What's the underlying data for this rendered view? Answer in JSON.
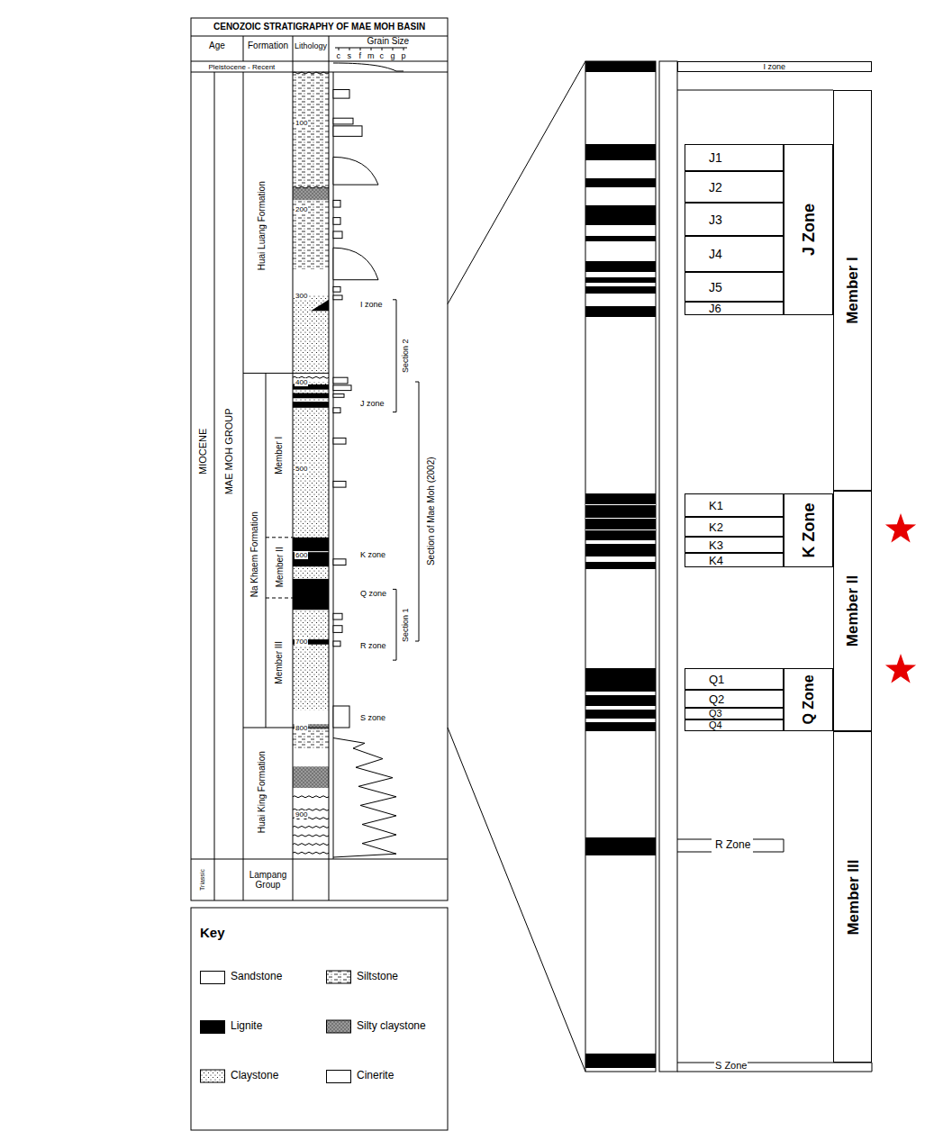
{
  "diagram": {
    "title": "CENOZOIC STRATIGRAPHY OF MAE MOH BASIN",
    "nodes": [
      {
        "text": [
          "I zone"
        ]
      },
      {
        "text": [
          "J1"
        ]
      },
      {
        "text": [
          "J2"
        ]
      },
      {
        "text": [
          "J3"
        ]
      },
      {
        "text": [
          "J4"
        ]
      },
      {
        "text": [
          "J5"
        ]
      },
      {
        "text": [
          "J6"
        ]
      },
      {
        "text": [
          "J Zone"
        ]
      },
      {
        "text": [
          "Member I"
        ]
      },
      {
        "text": [
          "K1"
        ]
      },
      {
        "text": [
          "K2"
        ]
      },
      {
        "text": [
          "K3"
        ]
      },
      {
        "text": [
          "K4"
        ]
      },
      {
        "text": [
          "K Zone"
        ]
      },
      {
        "text": [
          "Member II"
        ]
      },
      {
        "text": [
          "Q1"
        ]
      },
      {
        "text": [
          "Q2"
        ]
      },
      {
        "text": [
          "Q3"
        ]
      },
      {
        "text": [
          "Q4"
        ]
      },
      {
        "text": [
          "Q Zone"
        ]
      },
      {
        "text": [
          "Member III"
        ]
      }
    ],
    "labels": [
      "Age",
      "Formation",
      "Lithology",
      "Grain Size",
      "c",
      "s",
      "f",
      "m",
      "c",
      "g",
      "p",
      "Pleistocene - Recent",
      "MIOCENE",
      "MAE MOH GROUP",
      "Triassic",
      "Huai Luang Formation",
      "Na Khaem Formation",
      "Member I",
      "Member II",
      "Member III",
      "Huai King Formation",
      "Lampang Group",
      "100",
      "200",
      "300",
      "400",
      "500",
      "600",
      "700",
      "800",
      "900",
      "I zone",
      "J zone",
      "K zone",
      "Q zone",
      "R zone",
      "S zone",
      "Section 2",
      "Section 1",
      "Section of Mae Moh (2002)",
      "R Zone",
      "S Zone",
      "Key"
    ],
    "legend": [
      {
        "text": "Sandstone",
        "color": "#ffffff"
      },
      {
        "text": "Siltstone"
      },
      {
        "text": "Lignite",
        "color": "#000000"
      },
      {
        "text": "Silty claystone"
      },
      {
        "text": "Claystone"
      },
      {
        "text": "Cinerite",
        "color": "#ffffff"
      }
    ]
  }
}
